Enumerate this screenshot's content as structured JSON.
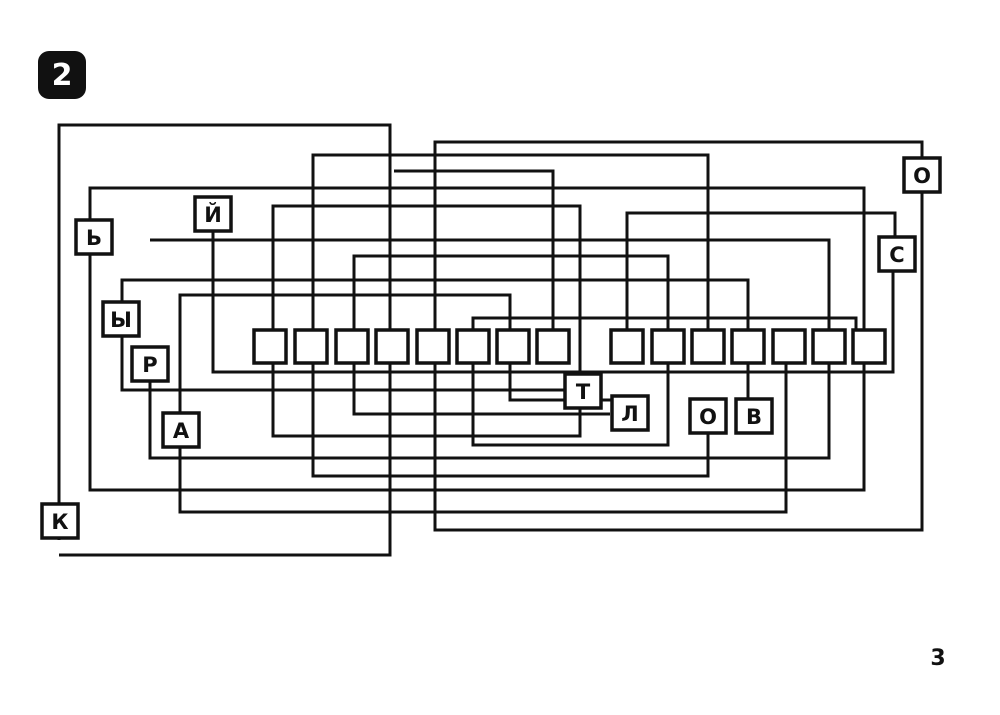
{
  "puzzle_number": "2",
  "page_number": "3",
  "letters": [
    "Й",
    "Ь",
    "С",
    "О",
    "Ы",
    "Р",
    "Т",
    "Л",
    "О",
    "В",
    "А",
    "К"
  ],
  "answer_slot_count": 15,
  "colors": {
    "ink": "#111111",
    "paper": "#ffffff",
    "badge_text": "#ffffff"
  }
}
